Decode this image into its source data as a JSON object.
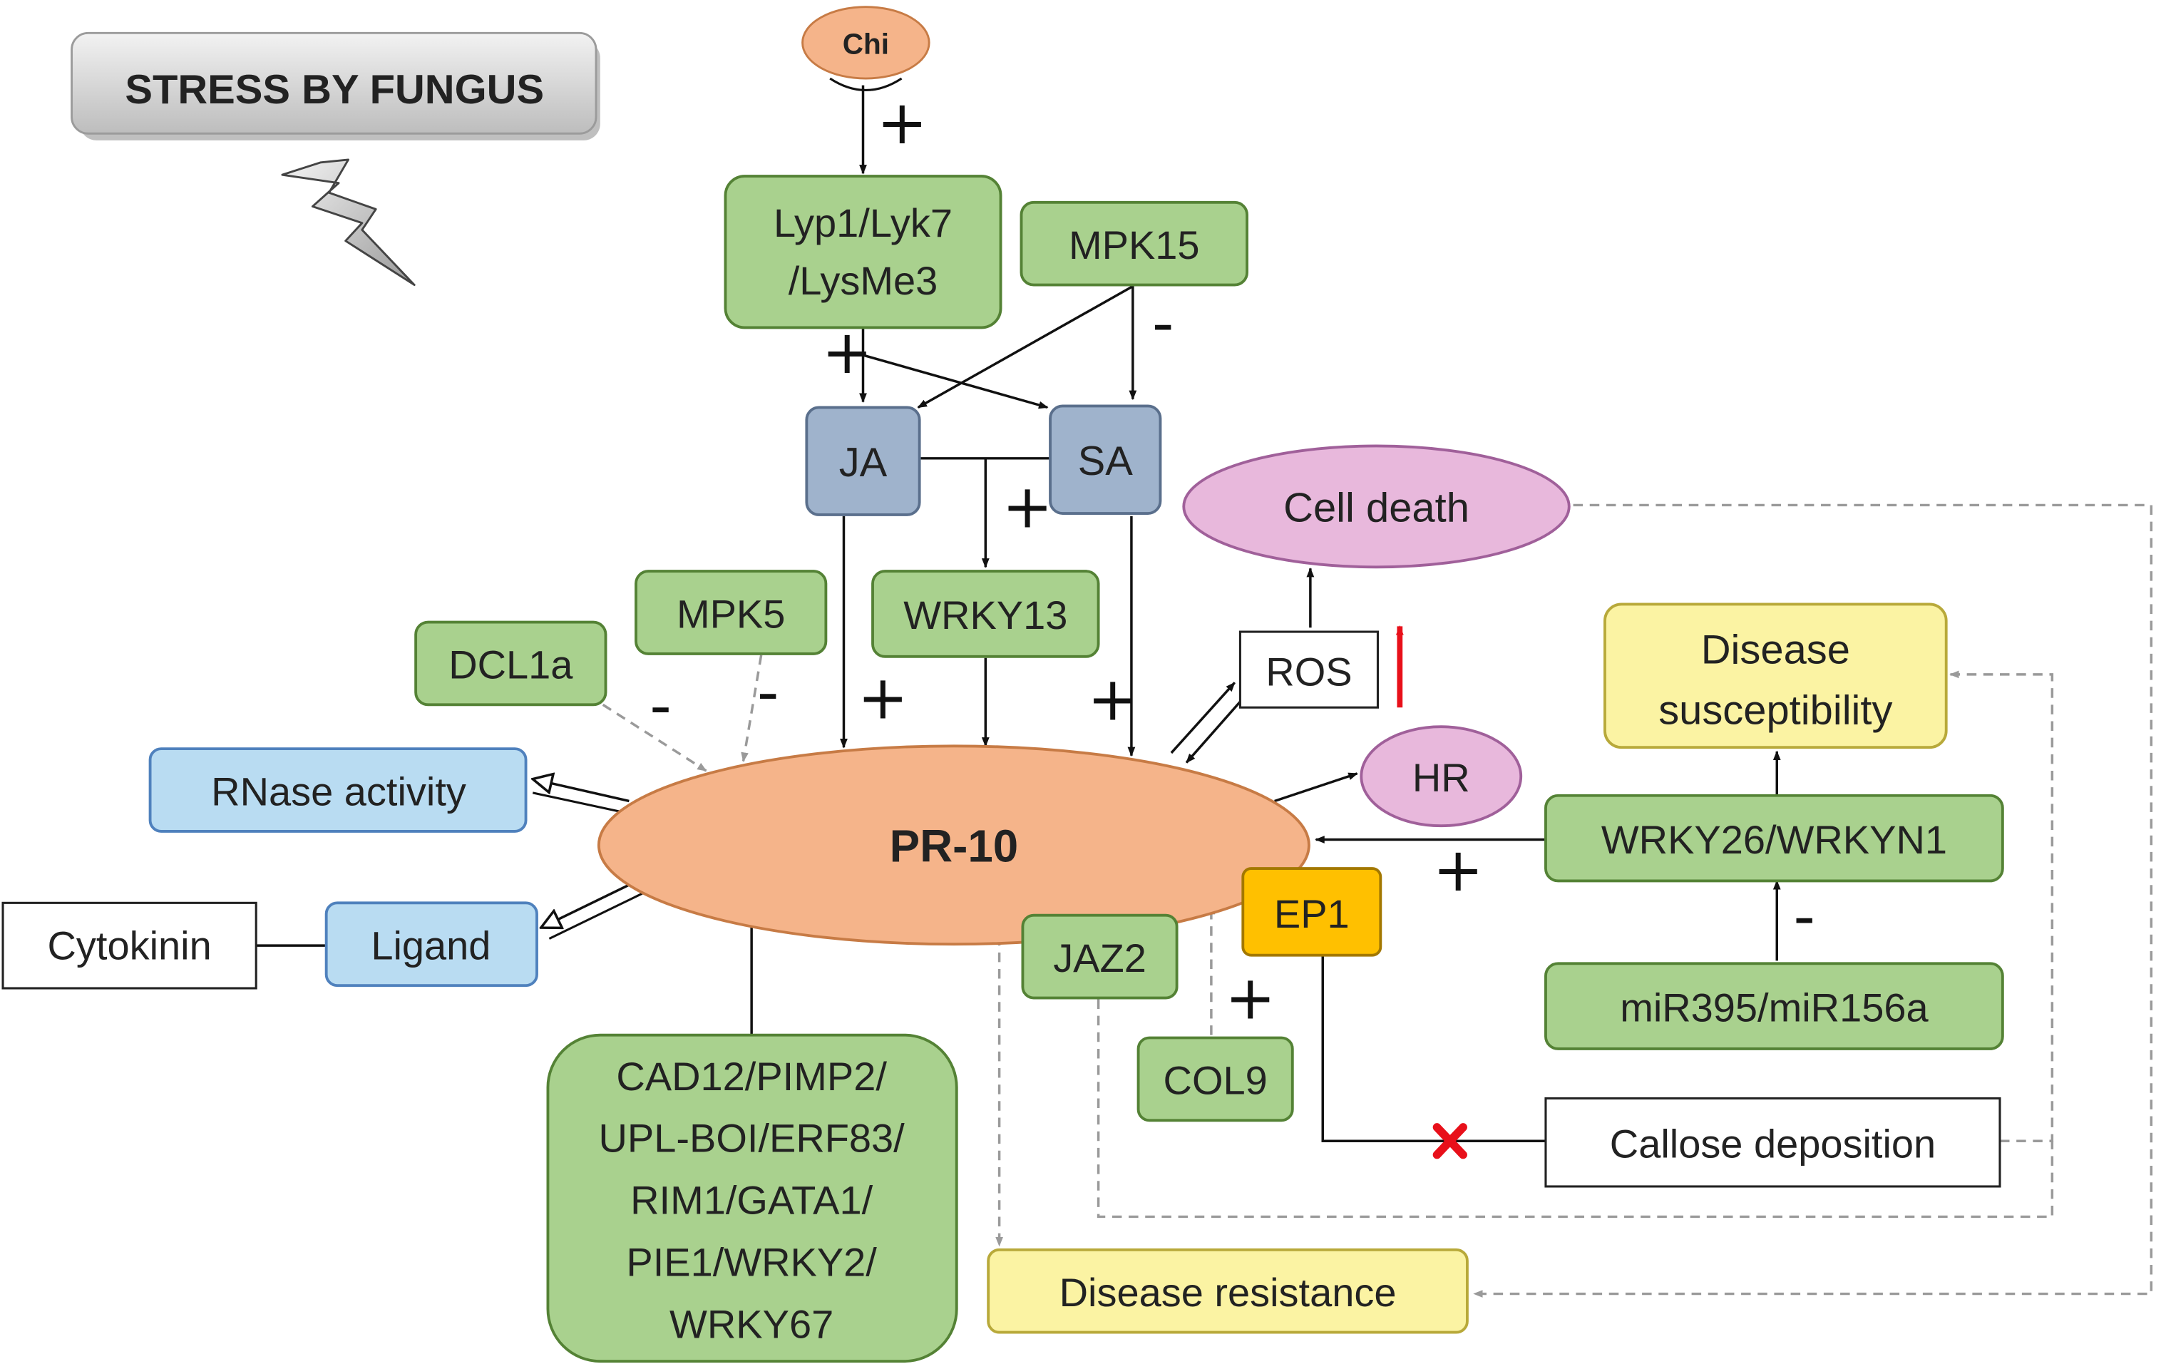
{
  "title": "STRESS BY FUNGUS",
  "nodes": {
    "chi": "Chi",
    "lyp_line1": "Lyp1/Lyk7",
    "lyp_line2": "/LysMe3",
    "mpk15": "MPK15",
    "ja": "JA",
    "sa": "SA",
    "cell_death": "Cell death",
    "mpk5": "MPK5",
    "wrky13": "WRKY13",
    "dcl1a": "DCL1a",
    "ros": "ROS",
    "disease_susc_line1": "Disease",
    "disease_susc_line2": "susceptibility",
    "hr": "HR",
    "rnase": "RNase activity",
    "pr10": "PR-10",
    "wrky26": "WRKY26/WRKYN1",
    "cytokinin": "Cytokinin",
    "ligand": "Ligand",
    "ep1": "EP1",
    "jaz2": "JAZ2",
    "mir": "miR395/miR156a",
    "col9": "COL9",
    "cad_lines": [
      "CAD12/PIMP2/",
      "UPL-BOI/ERF83/",
      "RIM1/GATA1/",
      "PIE1/WRKY2/",
      "WRKY67"
    ],
    "callose": "Callose deposition",
    "disease_res": "Disease resistance"
  },
  "signs": {
    "chi_lyp": "+",
    "lyp_ja": "+",
    "mpk15_sa": "-",
    "jasa_wrky13": "+",
    "ja_pr10": "+",
    "sa_pr10": "+",
    "dcl1a_pr10": "-",
    "mpk5_pr10": "-",
    "wrky26_pr10": "+",
    "mir_wrky26": "-",
    "col9_pr10": "+"
  },
  "colors": {
    "green_fill": "#a9d18e",
    "green_border": "#548235",
    "blue_grey_fill": "#9fb3cc",
    "light_blue_fill": "#b9dcf2",
    "pink_fill": "#e8b8dc",
    "yellow_fill": "#fbf3a3",
    "orange_fill": "#f5b48a",
    "ep1_fill": "#ffc000",
    "grey_title_fill": "#d0d0d0",
    "ros_arrow": "#e8101a",
    "callose_block": "#e8101a"
  }
}
